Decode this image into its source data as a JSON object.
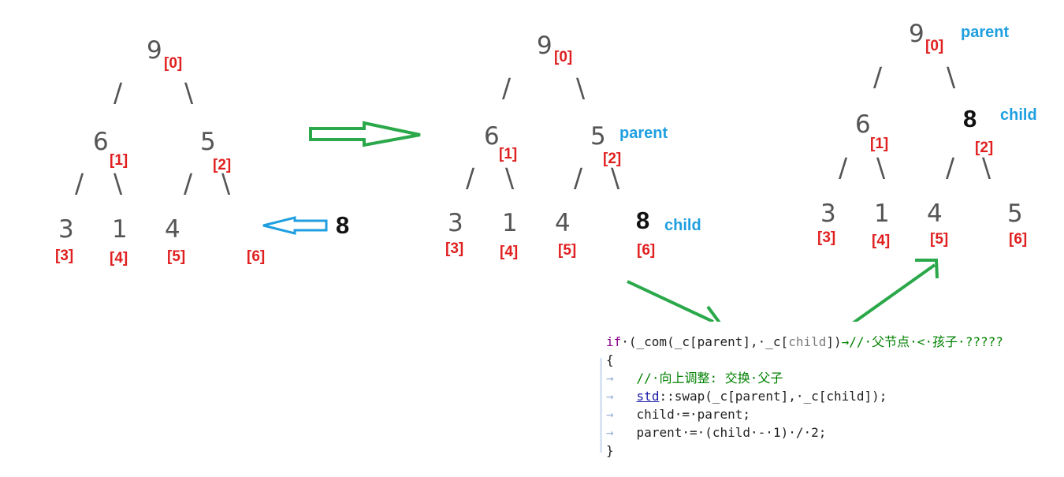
{
  "colors": {
    "digits": "#555555",
    "index_labels": "#e02020",
    "role_labels": "#1f9fe0",
    "green_arrows": "#2aa84a",
    "blue_arrow": "#1f9fe0"
  },
  "trees": [
    {
      "nodes": [
        {
          "value": "9",
          "index": "[0]"
        },
        {
          "value": "6",
          "index": "[1]"
        },
        {
          "value": "5",
          "index": "[2]"
        },
        {
          "value": "3",
          "index": "[3]"
        },
        {
          "value": "1",
          "index": "[4]"
        },
        {
          "value": "4",
          "index": "[5]"
        },
        {
          "value": "",
          "index": "[6]"
        }
      ],
      "incoming": "8"
    },
    {
      "nodes": [
        {
          "value": "9",
          "index": "[0]"
        },
        {
          "value": "6",
          "index": "[1]"
        },
        {
          "value": "5",
          "index": "[2]"
        },
        {
          "value": "3",
          "index": "[3]"
        },
        {
          "value": "1",
          "index": "[4]"
        },
        {
          "value": "4",
          "index": "[5]"
        },
        {
          "value": "8",
          "index": "[6]"
        }
      ],
      "labels": {
        "parent": "parent",
        "child": "child"
      }
    },
    {
      "nodes": [
        {
          "value": "9",
          "index": "[0]"
        },
        {
          "value": "6",
          "index": "[1]"
        },
        {
          "value": "8",
          "index": "[2]"
        },
        {
          "value": "3",
          "index": "[3]"
        },
        {
          "value": "1",
          "index": "[4]"
        },
        {
          "value": "4",
          "index": "[5]"
        },
        {
          "value": "5",
          "index": "[6]"
        }
      ],
      "labels": {
        "parent": "parent",
        "child": "child"
      }
    }
  ],
  "edge_glyphs": {
    "left": "/",
    "right": "\\"
  },
  "code": {
    "line1_kw": "if",
    "line1_code": "·(_com(_c[parent],·_c[",
    "line1_var": "child",
    "line1_tail": "])",
    "line1_comment": "→//·父节点·<·孩子·?????",
    "line2": "{",
    "line3_comment": "//·向上调整: 交换·父子",
    "line4_type": "std",
    "line4_code": "::swap(_c[parent],·_c[child]);",
    "line5_code": "child·=·parent;",
    "line6_code": "parent·=·(child·-·1)·/·2;",
    "line7": "}",
    "tab_marker": "→"
  }
}
